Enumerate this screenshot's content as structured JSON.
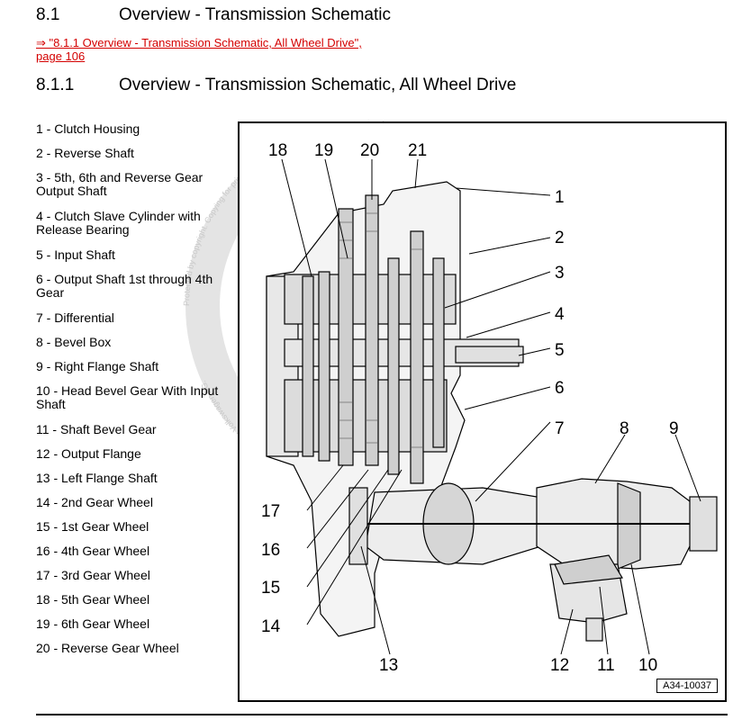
{
  "section": {
    "number": "8.1",
    "title": "Overview - Transmission Schematic"
  },
  "link": {
    "line1": "⇒ \"8.1.1 Overview - Transmission Schematic, All Wheel Drive\",",
    "line2": "page 106"
  },
  "subsection": {
    "number": "8.1.1",
    "title": "Overview - Transmission Schematic, All Wheel Drive"
  },
  "legend": [
    "1 - Clutch Housing",
    "2 - Reverse Shaft",
    "3 - 5th, 6th and Reverse Gear Output Shaft",
    "4 - Clutch Slave Cylinder with Release Bearing",
    "5 - Input Shaft",
    "6 - Output Shaft 1st through 4th Gear",
    "7 - Differential",
    "8 - Bevel Box",
    "9 - Right Flange Shaft",
    "10 - Head Bevel Gear With Input Shaft",
    "11 - Shaft Bevel Gear",
    "12 - Output Flange",
    "13 - Left Flange Shaft",
    "14 - 2nd Gear Wheel",
    "15 - 1st Gear Wheel",
    "16 - 4th Gear Wheel",
    "17 - 3rd Gear Wheel",
    "18 - 5th Gear Wheel",
    "19 - 6th Gear Wheel",
    "20 - Reverse Gear Wheel"
  ],
  "callouts": [
    "1",
    "2",
    "3",
    "4",
    "5",
    "6",
    "7",
    "8",
    "9",
    "10",
    "11",
    "12",
    "13",
    "14",
    "15",
    "16",
    "17",
    "18",
    "19",
    "20",
    "21"
  ],
  "figure_id": "A34-10037",
  "watermark_text": "Protected by copyright. Copying for private or commercial purposes, in part or in whole, is not permitted unless authorised by Volkswagen AG. Volkswagen AG does not guarantee or accept any liability with respect to the correctness of information in this document. Copyright by Volkswagen AG.",
  "colors": {
    "link": "#d40000",
    "watermark": "#c8c8c8"
  }
}
